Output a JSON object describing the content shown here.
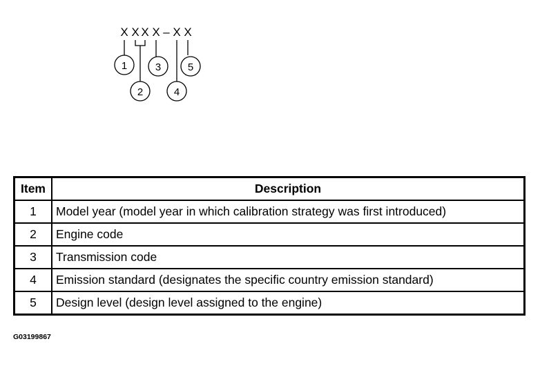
{
  "diagram": {
    "code_pattern": [
      "X",
      "X",
      "X",
      "X",
      "–",
      "X",
      "X"
    ],
    "callouts": [
      "1",
      "2",
      "3",
      "4",
      "5"
    ]
  },
  "table": {
    "headers": {
      "item": "Item",
      "description": "Description"
    },
    "rows": [
      {
        "item": "1",
        "description": "Model year (model year in which calibration strategy was first introduced)"
      },
      {
        "item": "2",
        "description": "Engine code"
      },
      {
        "item": "3",
        "description": "Transmission code"
      },
      {
        "item": "4",
        "description": "Emission standard (designates the specific country emission standard)"
      },
      {
        "item": "5",
        "description": "Design level (design level assigned to the engine)"
      }
    ]
  },
  "figure_code": "G03199867"
}
